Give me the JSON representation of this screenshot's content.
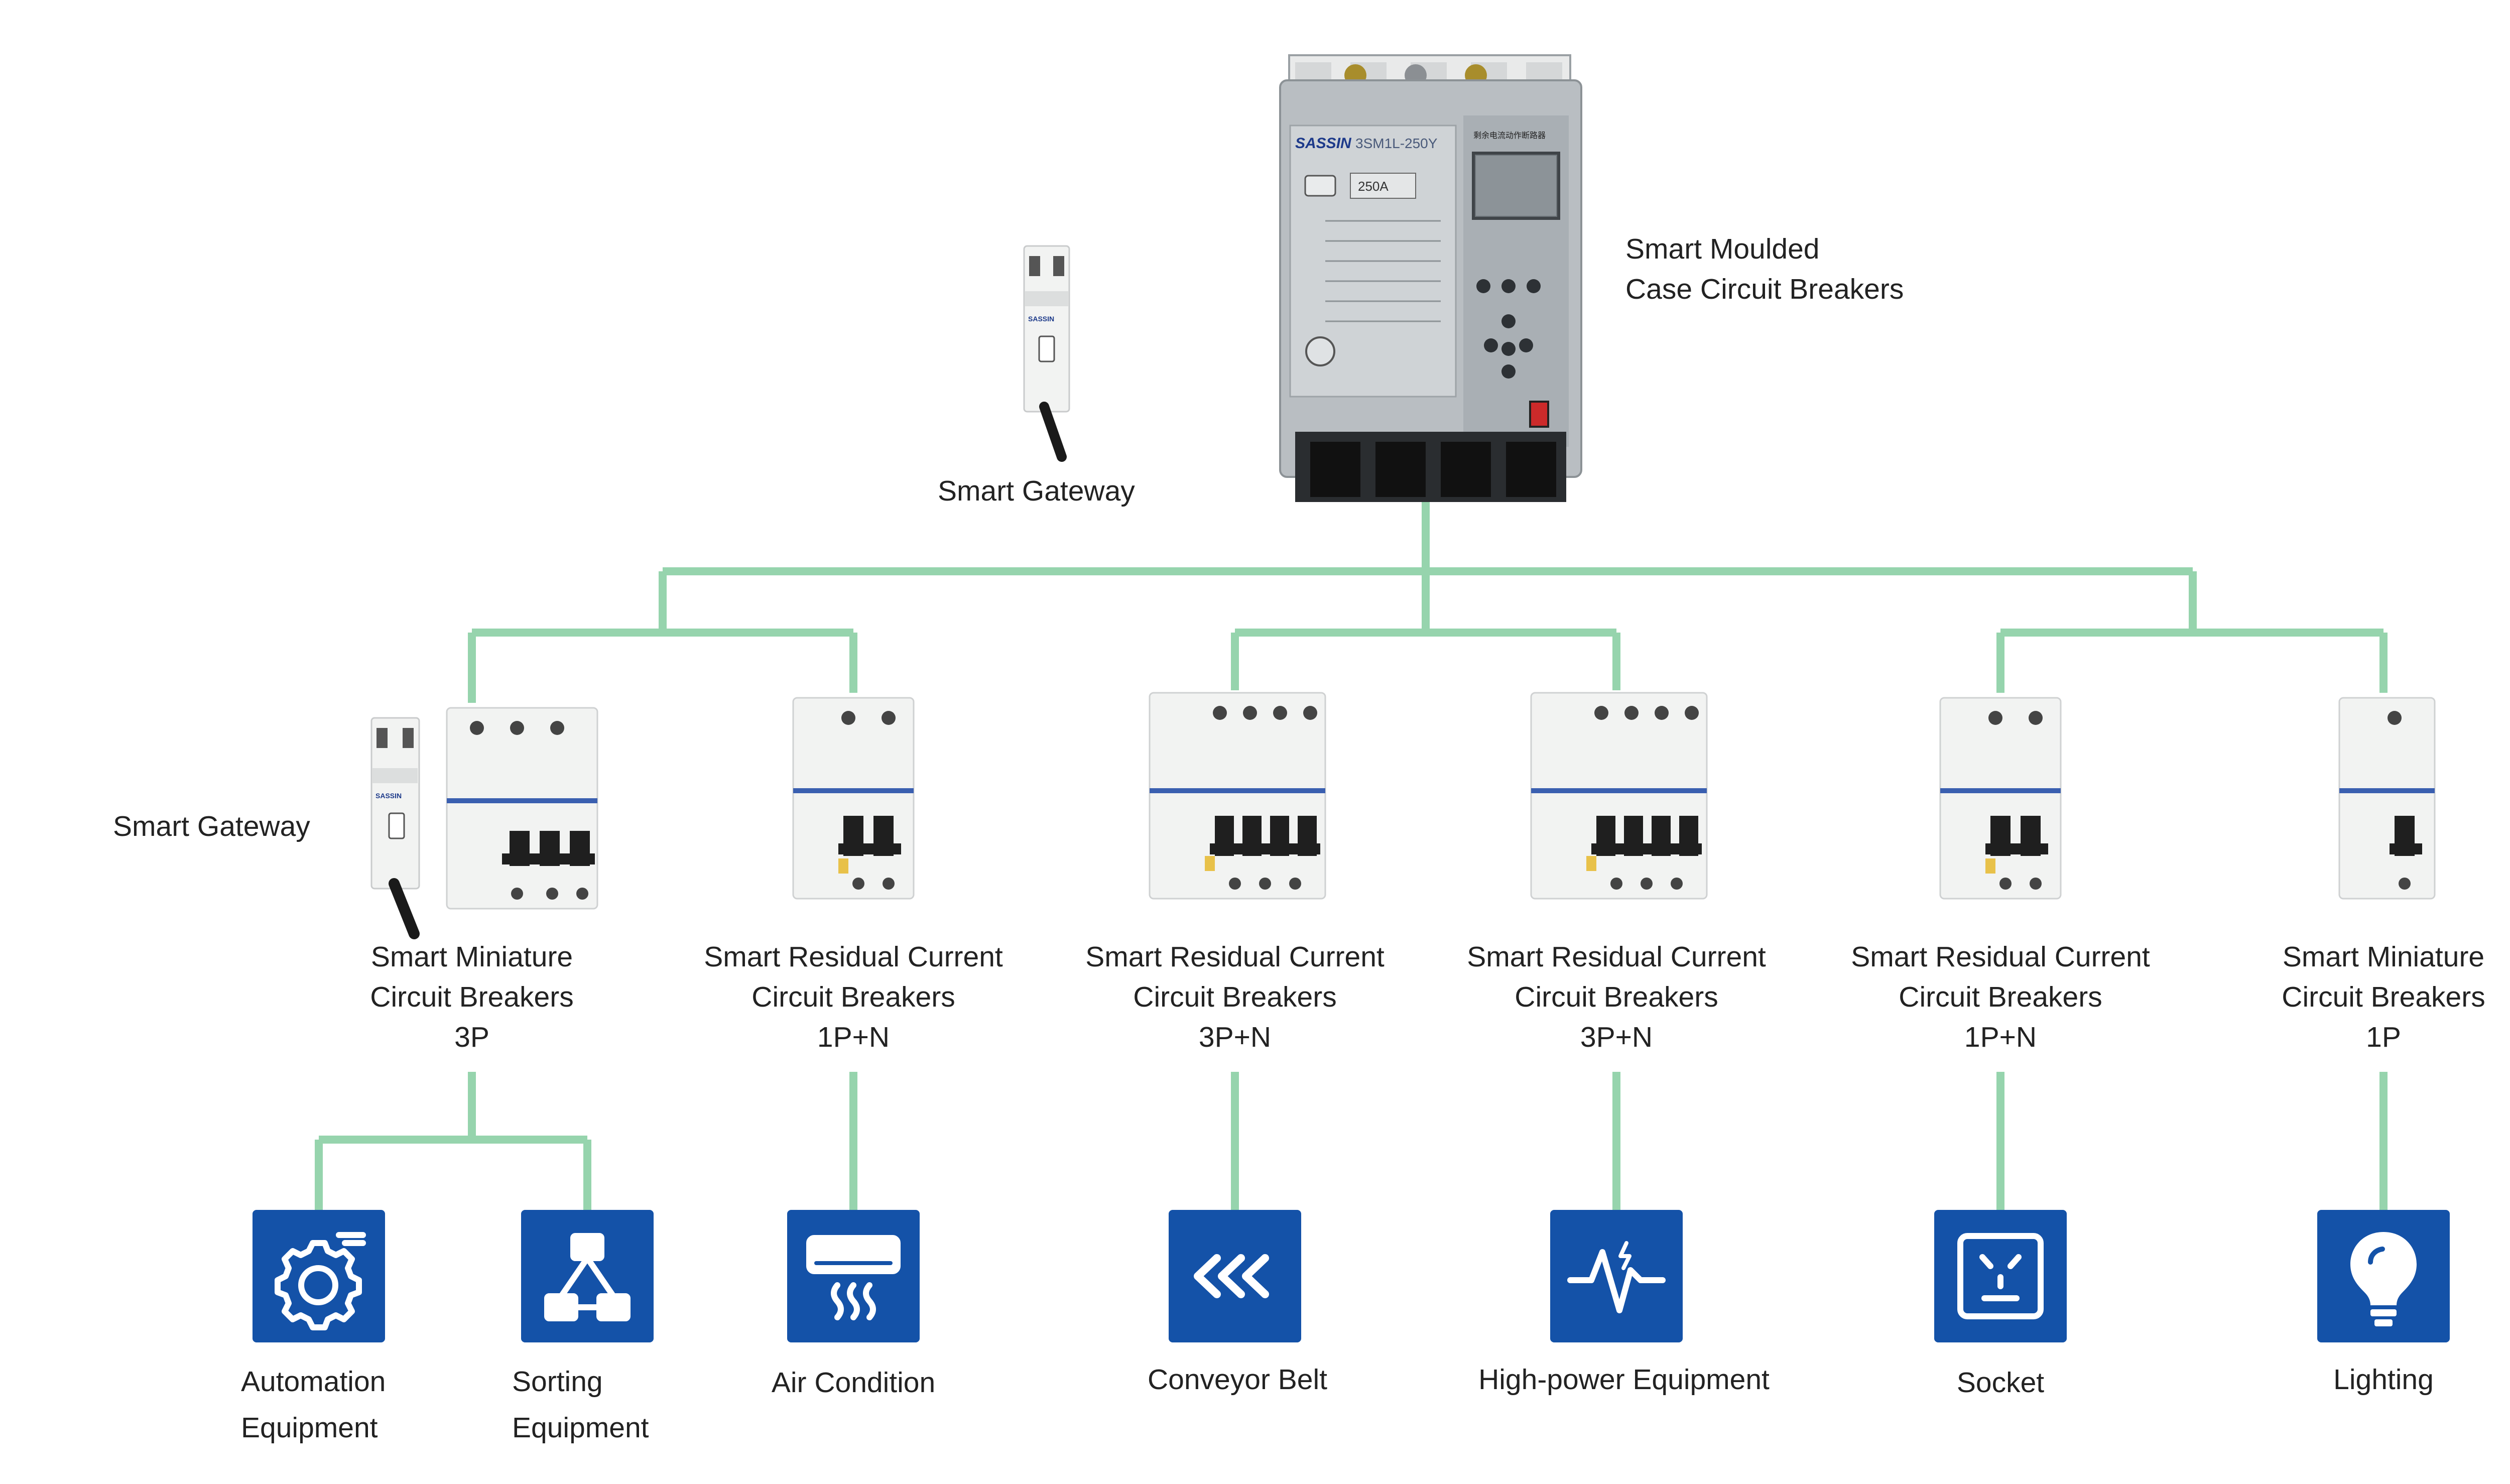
{
  "colors": {
    "wire": "#96d4ad",
    "icon_bg": "#1452a8",
    "icon_fg": "#ffffff",
    "device_body": "#f2f3f2",
    "mccb_body": "#b7bcc0",
    "handle": "#1f1f1f"
  },
  "mccb": {
    "label_line1": "Smart Moulded",
    "label_line2": "Case Circuit Breakers",
    "brand": "SASSIN",
    "model": "3SM1L-250Y",
    "rating": "250A",
    "title_cn": "剩余电流动作断路器"
  },
  "gateway_top": {
    "label": "Smart Gateway"
  },
  "gateway_left": {
    "label": "Smart Gateway"
  },
  "breakers": [
    {
      "line1": "Smart Miniature",
      "line2": "Circuit Breakers",
      "line3": "3P"
    },
    {
      "line1": "Smart Residual Current",
      "line2": "Circuit Breakers",
      "line3": "1P+N"
    },
    {
      "line1": "Smart Residual Current",
      "line2": "Circuit Breakers",
      "line3": "3P+N"
    },
    {
      "line1": "Smart Residual Current",
      "line2": "Circuit Breakers",
      "line3": "3P+N"
    },
    {
      "line1": "Smart Residual Current",
      "line2": "Circuit Breakers",
      "line3": "1P+N"
    },
    {
      "line1": "Smart Miniature",
      "line2": "Circuit Breakers",
      "line3": "1P"
    }
  ],
  "loads": [
    {
      "line1": "Automation",
      "line2": "Equipment",
      "icon": "automation-gear-icon"
    },
    {
      "line1": "Sorting",
      "line2": "Equipment",
      "icon": "sorting-network-icon"
    },
    {
      "line1": "Air Condition",
      "line2": "",
      "icon": "air-conditioner-icon"
    },
    {
      "line1": "Conveyor Belt",
      "line2": "",
      "icon": "conveyor-chevrons-icon"
    },
    {
      "line1": "High-power Equipment",
      "line2": "",
      "icon": "power-waveform-icon"
    },
    {
      "line1": "Socket",
      "line2": "",
      "icon": "socket-outlet-icon"
    },
    {
      "line1": "Lighting",
      "line2": "",
      "icon": "light-bulb-icon"
    }
  ]
}
